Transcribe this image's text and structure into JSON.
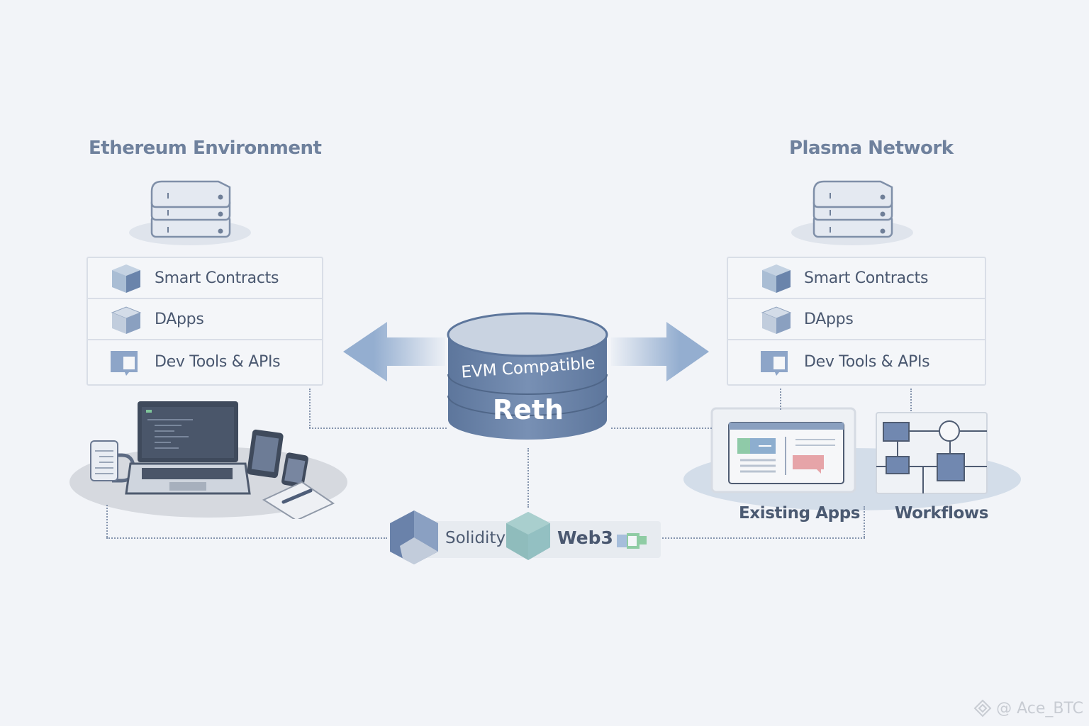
{
  "left_panel": {
    "title": "Ethereum Environment",
    "features": [
      {
        "label": "Smart Contracts",
        "icon": "cube-icon"
      },
      {
        "label": "DApps",
        "icon": "cube-icon"
      },
      {
        "label": "Dev Tools & APIs",
        "icon": "chat-window-icon"
      }
    ]
  },
  "right_panel": {
    "title": "Plasma Network",
    "features": [
      {
        "label": "Smart Contracts",
        "icon": "cube-icon"
      },
      {
        "label": "DApps",
        "icon": "cube-icon"
      },
      {
        "label": "Dev Tools & APIs",
        "icon": "chat-window-icon"
      }
    ],
    "captions": {
      "existing_apps": "Existing Apps",
      "workflows": "Workflows"
    }
  },
  "center": {
    "top_label": "EVM Compatible",
    "main_label": "Reth"
  },
  "bottom_bar": {
    "items": [
      {
        "label": "Solidity",
        "icon": "solidity-hexagon-icon"
      },
      {
        "label": "Web3",
        "icon": "web3-cube-icon"
      }
    ]
  },
  "watermark": {
    "text": "@ Ace_BTC"
  },
  "colors": {
    "background": "#f2f4f8",
    "title": "#6f819d",
    "text": "#4a5870",
    "accent_blue": "#6f88b0",
    "arrow": "#94aed0",
    "teal": "#8fbcbc"
  }
}
